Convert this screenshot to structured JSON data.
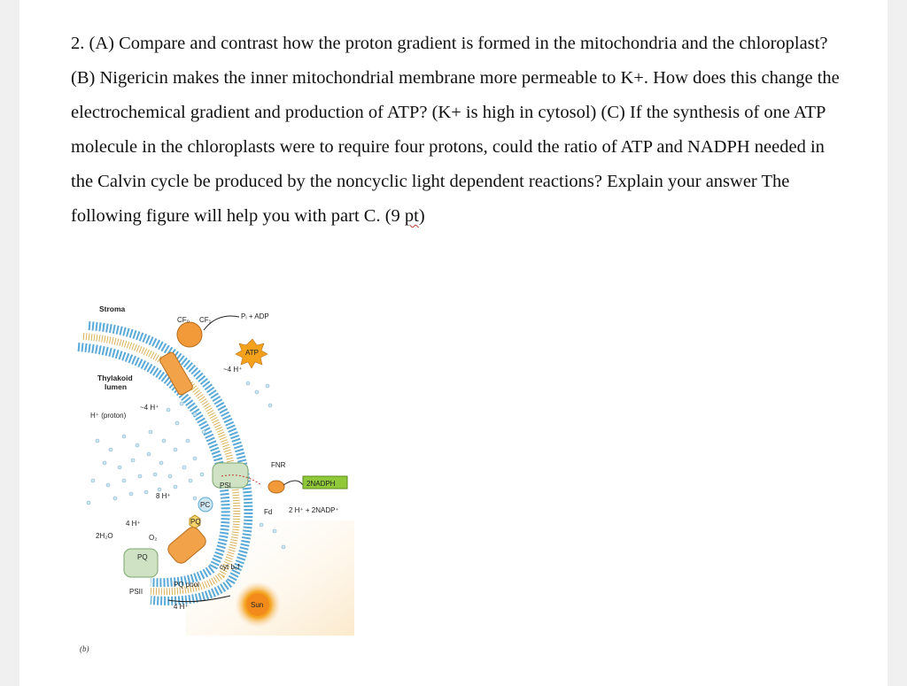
{
  "question": {
    "text_main": "2. (A) Compare and contrast how the proton gradient is formed in the mitochondria and the chloroplast? (B) Nigericin makes the inner mitochondrial membrane more permeable to K+. How does this change the electrochemical gradient and production of ATP? (K+ is high in cytosol) (C) If the synthesis of one ATP molecule in the chloroplasts were to require four protons, could the ratio of ATP and NADPH needed in the Calvin cycle be produced by the noncyclic light dependent reactions? Explain your answer The following figure will help you with part C. (9 ",
    "text_flagged": "pt",
    "text_end": ")"
  },
  "figure": {
    "stroma": "Stroma",
    "thylakoid_lumen_1": "Thylakoid",
    "thylakoid_lumen_2": "lumen",
    "h_proton": "H⁺ (proton)",
    "cf0": "CF₀",
    "cf1": "CF₁",
    "pi_adp": "Pᵢ + ADP",
    "atp": "ATP",
    "h4_atp": "~4 H⁺",
    "h4_lumen": "~4 H⁺",
    "psi": "PSI",
    "fnr": "FNR",
    "nadph": "2NADPH",
    "fd": "Fd",
    "nadp": "2 H⁺ + 2NADP⁺",
    "h8": "8 H⁺",
    "pc": "PC",
    "pq1": "PQ",
    "pq2": "PQ",
    "h4_psii": "4 H⁺",
    "h2o": "2H₂O",
    "o2": "O₂",
    "cyt": "cyt b₆f",
    "psii": "PSII",
    "pq_pool": "PQ pool",
    "h4_bottom": "4 H⁺",
    "sun": "Sun",
    "caption": "(b)"
  }
}
